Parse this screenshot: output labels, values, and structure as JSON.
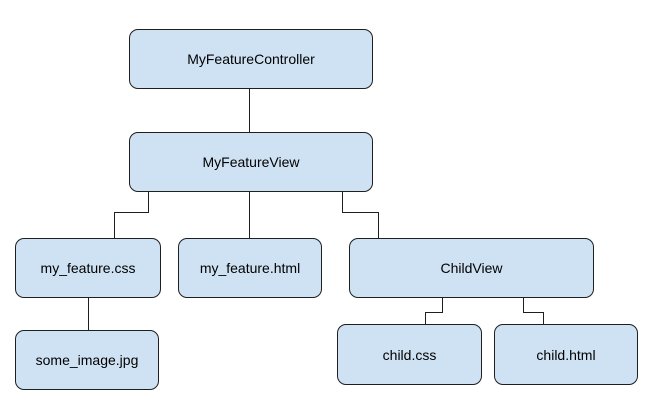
{
  "diagram": {
    "nodes": {
      "controller": "MyFeatureController",
      "view": "MyFeatureView",
      "feature_css": "my_feature.css",
      "feature_html": "my_feature.html",
      "child_view": "ChildView",
      "some_image": "some_image.jpg",
      "child_css": "child.css",
      "child_html": "child.html"
    },
    "edges": [
      [
        "controller",
        "view"
      ],
      [
        "view",
        "feature_css"
      ],
      [
        "view",
        "feature_html"
      ],
      [
        "view",
        "child_view"
      ],
      [
        "feature_css",
        "some_image"
      ],
      [
        "child_view",
        "child_css"
      ],
      [
        "child_view",
        "child_html"
      ]
    ],
    "colors": {
      "node_fill": "#cfe2f3",
      "node_border": "#1f1f1f",
      "connector": "#1f1f1f"
    }
  }
}
